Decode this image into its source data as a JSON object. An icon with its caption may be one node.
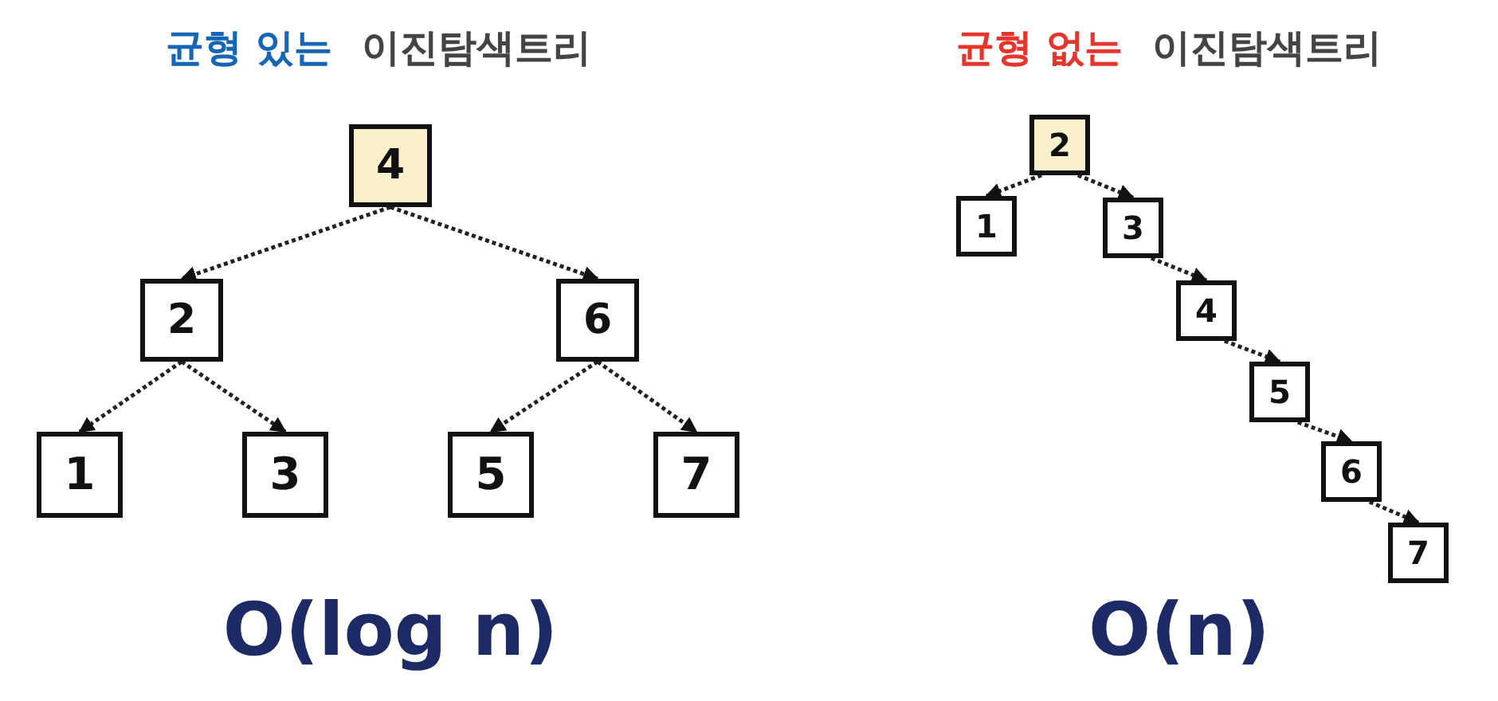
{
  "diagram": {
    "nodes": [
      {
        "text": [
          "4"
        ]
      },
      {
        "text": [
          "2"
        ]
      },
      {
        "text": [
          "6"
        ]
      },
      {
        "text": [
          "1"
        ]
      },
      {
        "text": [
          "3"
        ]
      },
      {
        "text": [
          "5"
        ]
      },
      {
        "text": [
          "7"
        ]
      },
      {
        "text": [
          "2"
        ]
      },
      {
        "text": [
          "1"
        ]
      },
      {
        "text": [
          "3"
        ]
      },
      {
        "text": [
          "4"
        ]
      },
      {
        "text": [
          "5"
        ]
      },
      {
        "text": [
          "6"
        ]
      },
      {
        "text": [
          "7"
        ]
      }
    ],
    "edges": [
      {
        "from": 0,
        "to": 1,
        "arrow": "to"
      },
      {
        "from": 0,
        "to": 2,
        "arrow": "to"
      },
      {
        "from": 1,
        "to": 3,
        "arrow": "to"
      },
      {
        "from": 1,
        "to": 4,
        "arrow": "to"
      },
      {
        "from": 2,
        "to": 5,
        "arrow": "to"
      },
      {
        "from": 2,
        "to": 6,
        "arrow": "to"
      },
      {
        "from": 7,
        "to": 8,
        "arrow": "to"
      },
      {
        "from": 7,
        "to": 9,
        "arrow": "to"
      },
      {
        "from": 9,
        "to": 10,
        "arrow": "to"
      },
      {
        "from": 10,
        "to": 11,
        "arrow": "to"
      },
      {
        "from": 11,
        "to": 12,
        "arrow": "to"
      },
      {
        "from": 12,
        "to": 13,
        "arrow": "to"
      }
    ],
    "labels": [
      "균형 있는",
      "이진탐색트리",
      "균형 없는",
      "이진탐색트리",
      "O(log n)",
      "O(n)"
    ]
  }
}
